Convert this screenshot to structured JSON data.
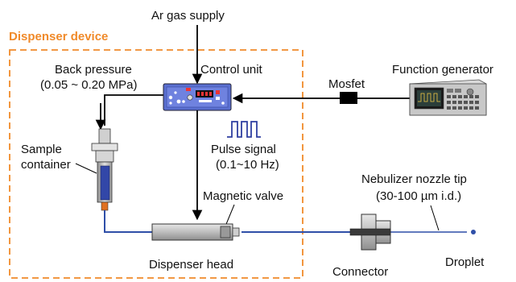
{
  "title": "Dispenser device",
  "labels": {
    "ar_gas_supply": "Ar gas supply",
    "back_pressure": "Back pressure",
    "back_pressure_range": "(0.05 ~ 0.20 MPa)",
    "control_unit": "Control unit",
    "mosfet": "Mosfet",
    "function_generator": "Function generator",
    "sample": "Sample",
    "container": "container",
    "pulse_signal": "Pulse signal",
    "pulse_range": "(0.1~10 Hz)",
    "magnetic_valve": "Magnetic valve",
    "nebulizer_nozzle_tip": "Nebulizer nozzle tip",
    "nozzle_size": "(30-100 µm i.d.)",
    "dispenser_head": "Dispenser head",
    "connector": "Connector",
    "droplet": "Droplet"
  },
  "colors": {
    "device_border": "#f08a2a",
    "device_title": "#f08a2a",
    "control_unit_body": "#5a6fd0",
    "tubing": "#2f4fa8",
    "sample_liquid": "#3247a8",
    "wire": "#000000"
  }
}
